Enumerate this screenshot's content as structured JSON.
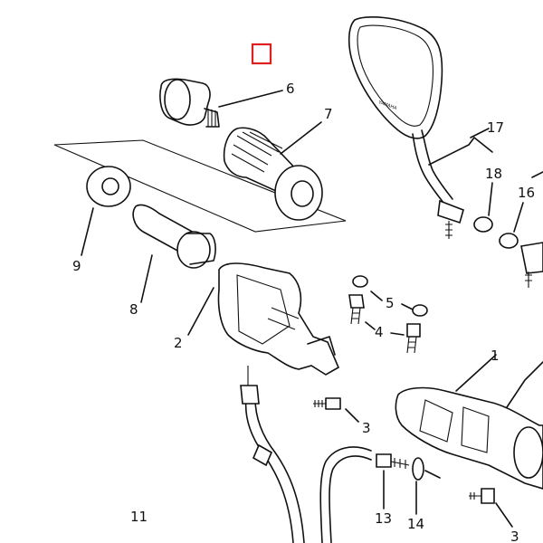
{
  "marker": {
    "color": "#e02020"
  },
  "labels": {
    "l1": "1",
    "l2": "2",
    "l3a": "3",
    "l3b": "3",
    "l4": "4",
    "l5": "5",
    "l6": "6",
    "l7": "7",
    "l8": "8",
    "l9": "9",
    "l11": "11",
    "l13": "13",
    "l14": "14",
    "l16": "16",
    "l17": "17",
    "l18": "18"
  },
  "mirror": {
    "brand": "YAMAHA"
  }
}
